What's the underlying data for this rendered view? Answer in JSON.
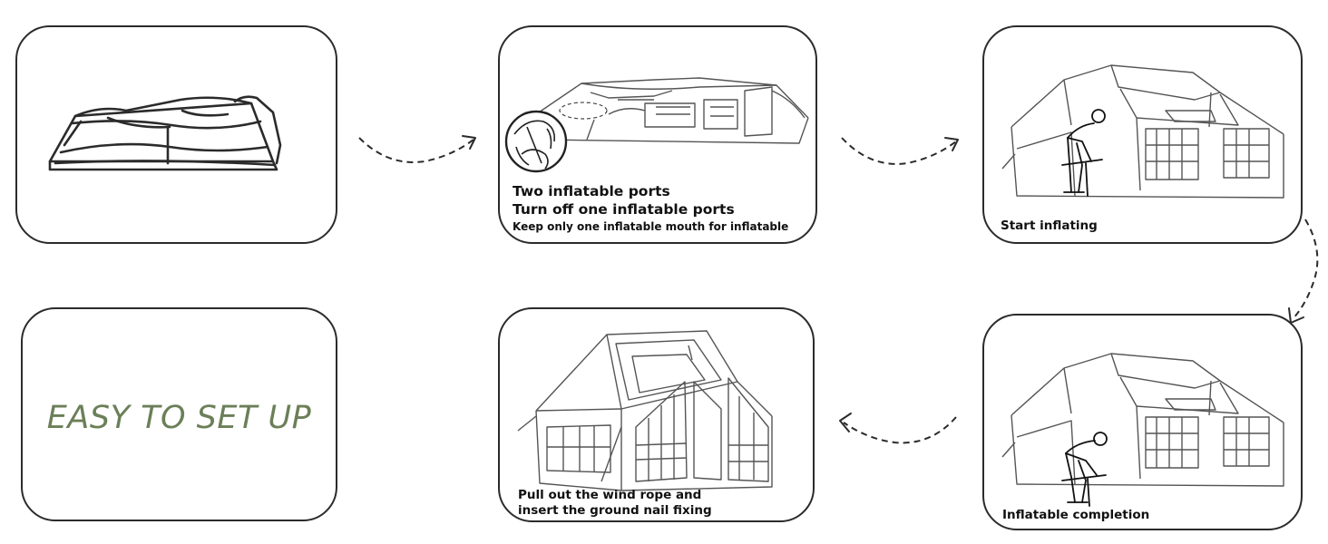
{
  "title": {
    "text": "EASY TO SET UP",
    "color": "#6b7f58"
  },
  "steps": {
    "step1": {
      "icon": "folded-tent-icon"
    },
    "step2": {
      "icon": "tent-inflation-ports-icon",
      "line1": "Two inflatable ports",
      "line2": "Turn off one inflatable ports",
      "line3": "Keep only one inflatable mouth for inflatable"
    },
    "step3": {
      "icon": "person-pumping-tent-icon",
      "caption": "Start inflating"
    },
    "step4": {
      "icon": "person-pumping-tent-icon",
      "caption": "Inflatable completion"
    },
    "step5": {
      "icon": "inflated-tent-icon",
      "line1": "Pull out the wind rope and",
      "line2": "insert the ground nail fixing"
    }
  },
  "colors": {
    "stroke": "#2b2b2b",
    "accent": "#6b7f58"
  }
}
